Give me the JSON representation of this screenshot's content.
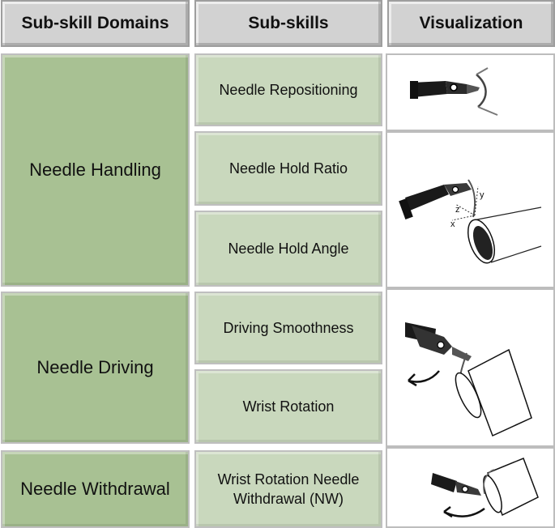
{
  "headers": {
    "domains": "Sub-skill Domains",
    "subskills": "Sub-skills",
    "visualization": "Visualization"
  },
  "domains": [
    {
      "label": "Needle Handling"
    },
    {
      "label": "Needle Driving"
    },
    {
      "label": "Needle Withdrawal"
    }
  ],
  "subskills": [
    {
      "label": "Needle Repositioning"
    },
    {
      "label": "Needle Hold Ratio"
    },
    {
      "label": "Needle Hold Angle"
    },
    {
      "label": "Driving Smoothness"
    },
    {
      "label": "Wrist Rotation"
    },
    {
      "label": "Wrist Rotation Needle Withdrawal (NW)"
    }
  ],
  "axis_labels": {
    "x": "x",
    "y": "y",
    "z": "z"
  },
  "colors": {
    "header_bg": "#d2d2d2",
    "domain_bg": "#a8c193",
    "subskill_bg": "#c9d8bd",
    "visual_bg": "#ffffff"
  }
}
